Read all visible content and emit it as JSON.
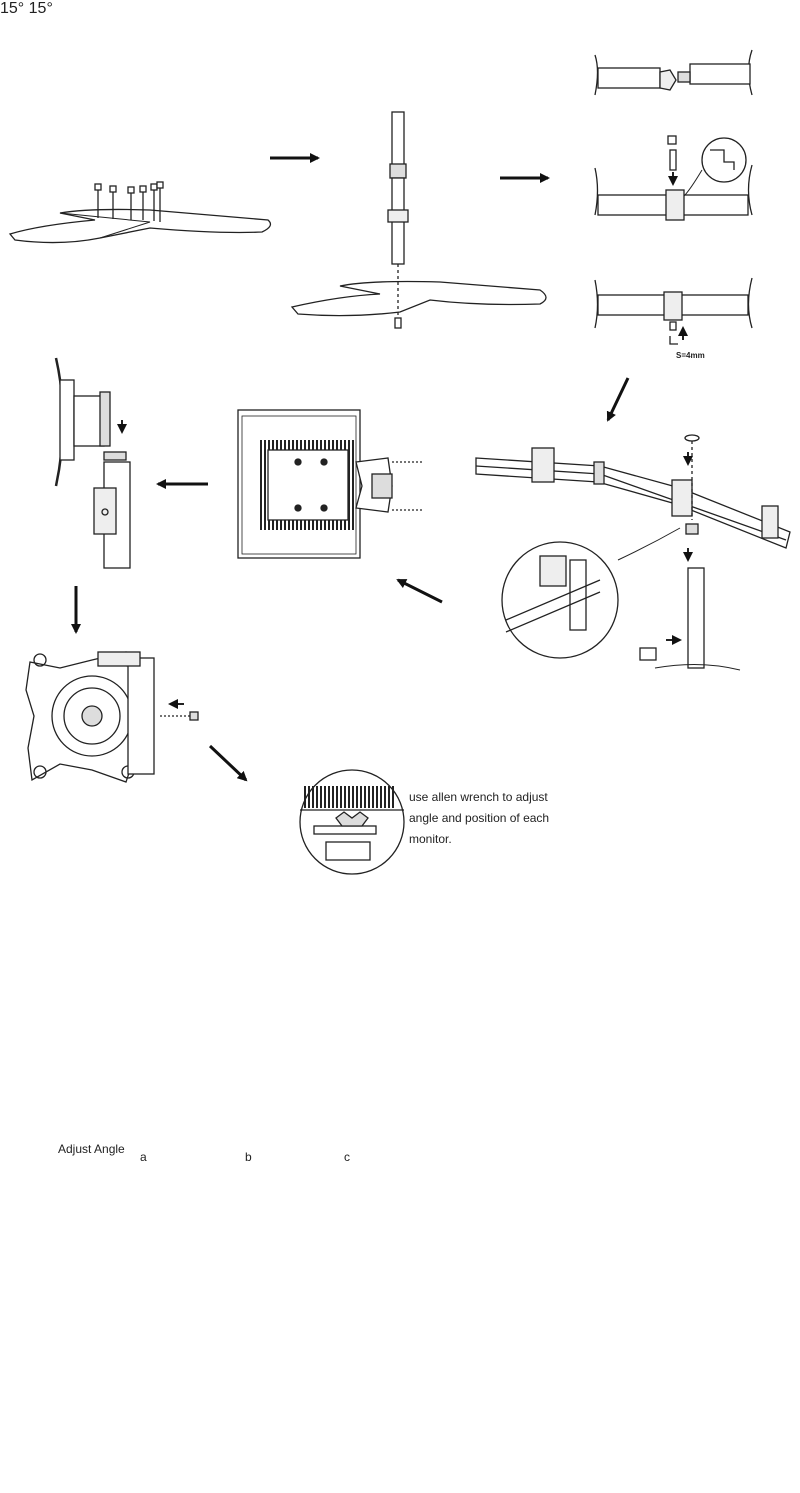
{
  "labels": {
    "clearance": "S=4mm",
    "instruction": "use allen wrench to adjust angle and position of each monitor.",
    "adjust_angle": "Adjust Angle",
    "option_a": "a",
    "option_b": "b",
    "option_c": "c",
    "tilt_a": "15°",
    "tilt_b": "15°"
  }
}
